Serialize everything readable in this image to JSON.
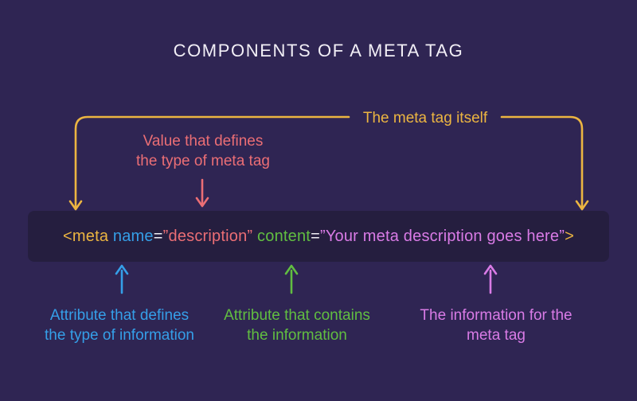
{
  "title": "COMPONENTS OF A META TAG",
  "colors": {
    "background": "#2F2553",
    "code_box": "#251E3F",
    "title_text": "#F2EFF6",
    "yellow": "#ECB541",
    "blue": "#359FE8",
    "salmon": "#EB6E75",
    "green": "#61BE41",
    "magenta": "#D97BE6",
    "equals": "#EFEDF5"
  },
  "labels": {
    "meta_tag_itself": "The meta tag itself",
    "value_defines": "Value that defines\nthe type of meta tag",
    "attribute_defines": "Attribute that defines\nthe type of information",
    "attribute_contains": "Attribute that contains\nthe information",
    "information_for": "The information for the\nmeta tag"
  },
  "code": {
    "segments": [
      {
        "name": "open-tag",
        "text": "<meta ",
        "color": "yellow"
      },
      {
        "name": "attr-name",
        "text": "name",
        "color": "blue"
      },
      {
        "name": "equals-1",
        "text": "=",
        "color": "equals"
      },
      {
        "name": "attr-name-value",
        "text": "”description”",
        "color": "salmon"
      },
      {
        "name": "space",
        "text": " ",
        "color": "equals"
      },
      {
        "name": "attr-content",
        "text": "content",
        "color": "green"
      },
      {
        "name": "equals-2",
        "text": "=",
        "color": "equals"
      },
      {
        "name": "attr-content-value",
        "text": "”Your meta description goes here”",
        "color": "magenta"
      },
      {
        "name": "close-tag",
        "text": ">",
        "color": "yellow"
      }
    ]
  },
  "icons": {
    "meta_tag_bracket": "bracket-with-two-down-arrows",
    "value_arrow": "arrow-down",
    "name_arrow": "arrow-up",
    "content_arrow": "arrow-up",
    "information_arrow": "arrow-up"
  }
}
